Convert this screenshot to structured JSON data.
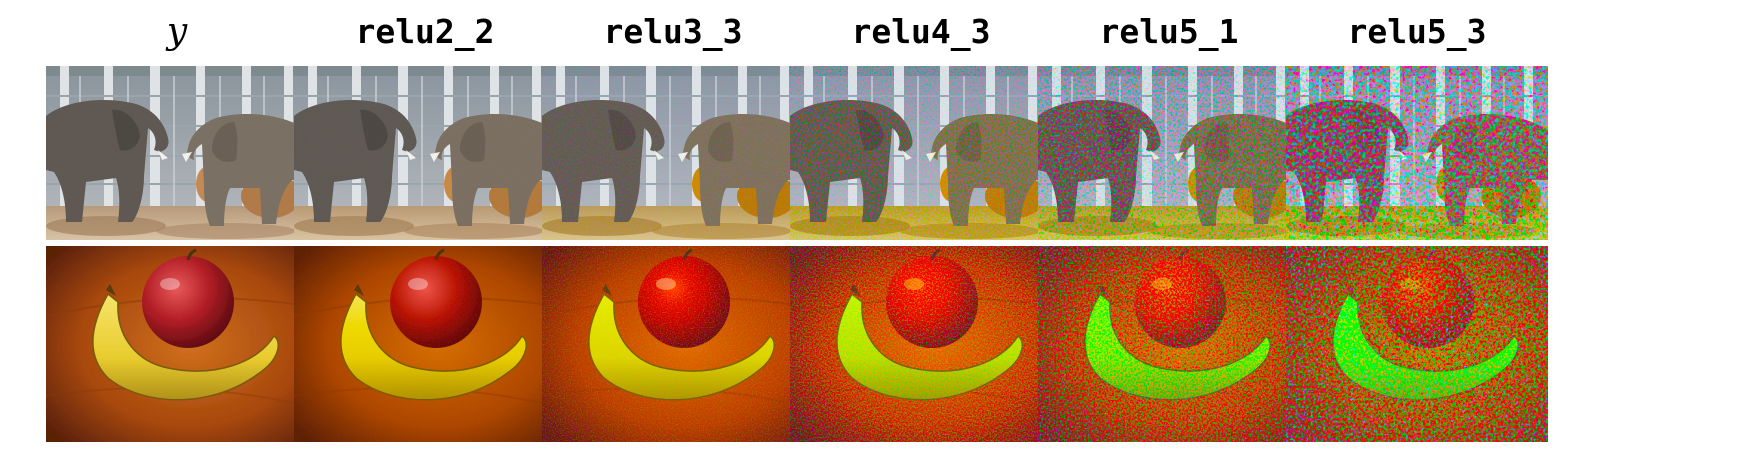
{
  "figure": {
    "columns": [
      {
        "label": "y",
        "style": "math",
        "stylization": 0
      },
      {
        "label": "relu2_2",
        "style": "mono",
        "stylization": 0.05
      },
      {
        "label": "relu3_3",
        "style": "mono",
        "stylization": 0.25
      },
      {
        "label": "relu4_3",
        "style": "mono",
        "stylization": 0.5
      },
      {
        "label": "relu5_1",
        "style": "mono",
        "stylization": 0.75
      },
      {
        "label": "relu5_3",
        "style": "mono",
        "stylization": 1
      }
    ],
    "rows": [
      {
        "name": "elephants",
        "image": "two-elephants-photo"
      },
      {
        "name": "fruit",
        "image": "apple-and-banana-photo"
      }
    ]
  }
}
